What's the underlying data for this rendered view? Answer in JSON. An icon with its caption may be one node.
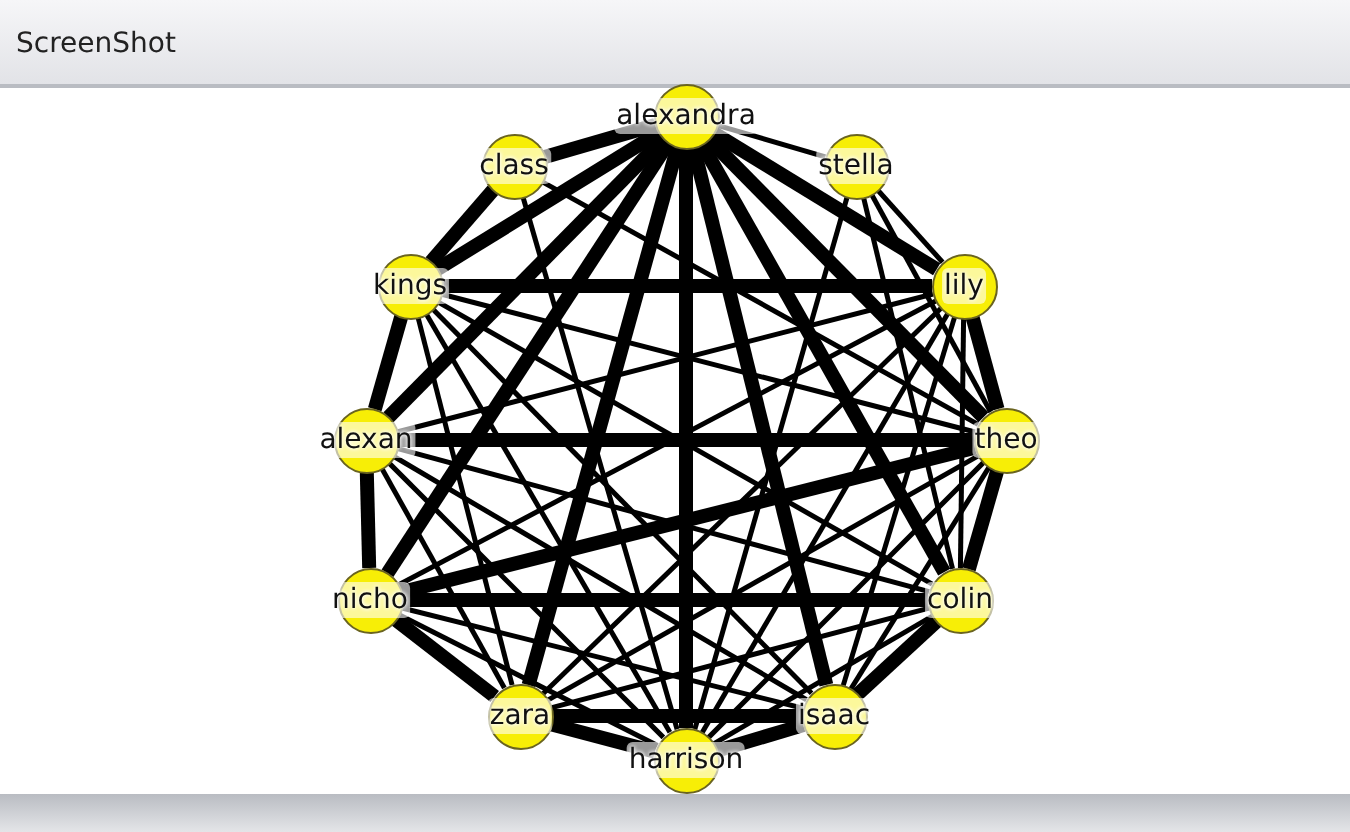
{
  "diagram": {
    "title": "ScreenShot",
    "nodes": [
      {
        "text": [
          "alexandra"
        ]
      },
      {
        "text": [
          "class"
        ]
      },
      {
        "text": [
          "stella"
        ]
      },
      {
        "text": [
          "kings"
        ]
      },
      {
        "text": [
          "lily"
        ]
      },
      {
        "text": [
          "alexan"
        ]
      },
      {
        "text": [
          "theo"
        ]
      },
      {
        "text": [
          "nicho"
        ]
      },
      {
        "text": [
          "colin"
        ]
      },
      {
        "text": [
          "zara"
        ]
      },
      {
        "text": [
          "isaac"
        ]
      },
      {
        "text": [
          "harrison"
        ]
      }
    ],
    "edges": [
      {
        "from": 0,
        "to": 1,
        "arrow": "none",
        "style": "thick"
      },
      {
        "from": 0,
        "to": 2,
        "arrow": "none"
      },
      {
        "from": 1,
        "to": 3,
        "arrow": "none",
        "style": "thick"
      },
      {
        "from": 1,
        "to": 6,
        "arrow": "none"
      },
      {
        "from": 1,
        "to": 11,
        "arrow": "none"
      },
      {
        "from": 2,
        "to": 4,
        "arrow": "none"
      },
      {
        "from": 2,
        "to": 6,
        "arrow": "none"
      },
      {
        "from": 2,
        "to": 8,
        "arrow": "none"
      },
      {
        "from": 2,
        "to": 11,
        "arrow": "none"
      },
      {
        "from": 0,
        "to": 3,
        "arrow": "none",
        "style": "thick"
      },
      {
        "from": 0,
        "to": 4,
        "arrow": "none",
        "style": "thick"
      },
      {
        "from": 0,
        "to": 5,
        "arrow": "none",
        "style": "thick"
      },
      {
        "from": 0,
        "to": 6,
        "arrow": "none",
        "style": "thick"
      },
      {
        "from": 0,
        "to": 7,
        "arrow": "none",
        "style": "thick"
      },
      {
        "from": 0,
        "to": 8,
        "arrow": "none",
        "style": "thick"
      },
      {
        "from": 0,
        "to": 9,
        "arrow": "none",
        "style": "thick"
      },
      {
        "from": 0,
        "to": 10,
        "arrow": "none",
        "style": "thick"
      },
      {
        "from": 0,
        "to": 11,
        "arrow": "none",
        "style": "thick"
      },
      {
        "from": 3,
        "to": 4,
        "arrow": "none",
        "style": "thick"
      },
      {
        "from": 3,
        "to": 5,
        "arrow": "none",
        "style": "thick"
      },
      {
        "from": 3,
        "to": 6,
        "arrow": "none"
      },
      {
        "from": 3,
        "to": 8,
        "arrow": "none"
      },
      {
        "from": 3,
        "to": 9,
        "arrow": "none"
      },
      {
        "from": 3,
        "to": 10,
        "arrow": "none"
      },
      {
        "from": 3,
        "to": 11,
        "arrow": "none"
      },
      {
        "from": 4,
        "to": 5,
        "arrow": "none"
      },
      {
        "from": 4,
        "to": 6,
        "arrow": "none",
        "style": "thick"
      },
      {
        "from": 4,
        "to": 7,
        "arrow": "none"
      },
      {
        "from": 4,
        "to": 8,
        "arrow": "none"
      },
      {
        "from": 4,
        "to": 9,
        "arrow": "none"
      },
      {
        "from": 4,
        "to": 10,
        "arrow": "none"
      },
      {
        "from": 4,
        "to": 11,
        "arrow": "none"
      },
      {
        "from": 5,
        "to": 6,
        "arrow": "none",
        "style": "thick"
      },
      {
        "from": 5,
        "to": 7,
        "arrow": "none",
        "style": "thick"
      },
      {
        "from": 5,
        "to": 8,
        "arrow": "none"
      },
      {
        "from": 5,
        "to": 9,
        "arrow": "none"
      },
      {
        "from": 5,
        "to": 10,
        "arrow": "none"
      },
      {
        "from": 5,
        "to": 11,
        "arrow": "none"
      },
      {
        "from": 6,
        "to": 7,
        "arrow": "none",
        "style": "thick"
      },
      {
        "from": 6,
        "to": 8,
        "arrow": "none",
        "style": "thick"
      },
      {
        "from": 6,
        "to": 9,
        "arrow": "none"
      },
      {
        "from": 6,
        "to": 10,
        "arrow": "none"
      },
      {
        "from": 6,
        "to": 11,
        "arrow": "none"
      },
      {
        "from": 7,
        "to": 8,
        "arrow": "none",
        "style": "thick"
      },
      {
        "from": 7,
        "to": 9,
        "arrow": "none",
        "style": "thick"
      },
      {
        "from": 7,
        "to": 10,
        "arrow": "none"
      },
      {
        "from": 7,
        "to": 11,
        "arrow": "none"
      },
      {
        "from": 8,
        "to": 9,
        "arrow": "none"
      },
      {
        "from": 8,
        "to": 10,
        "arrow": "none",
        "style": "thick"
      },
      {
        "from": 8,
        "to": 11,
        "arrow": "none"
      },
      {
        "from": 9,
        "to": 10,
        "arrow": "none",
        "style": "thick"
      },
      {
        "from": 9,
        "to": 11,
        "arrow": "none",
        "style": "thick"
      },
      {
        "from": 10,
        "to": 11,
        "arrow": "none",
        "style": "thick"
      }
    ]
  }
}
